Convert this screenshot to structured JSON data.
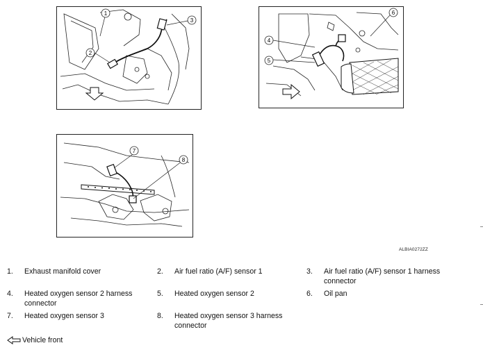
{
  "figure_code": "ALBIA0272ZZ",
  "callouts": [
    "1",
    "2",
    "3",
    "4",
    "5",
    "6",
    "7",
    "8"
  ],
  "legend": [
    {
      "num": "1.",
      "text": "Exhaust manifold cover"
    },
    {
      "num": "2.",
      "text": "Air fuel ratio (A/F) sensor 1"
    },
    {
      "num": "3.",
      "text": "Air fuel ratio (A/F) sensor 1 harness connector"
    },
    {
      "num": "4.",
      "text": "Heated oxygen sensor 2 harness connector"
    },
    {
      "num": "5.",
      "text": "Heated oxygen sensor 2"
    },
    {
      "num": "6.",
      "text": "Oil pan"
    },
    {
      "num": "7.",
      "text": "Heated oxygen sensor 3"
    },
    {
      "num": "8.",
      "text": "Heated oxygen sensor 3 harness connector"
    }
  ],
  "vehicle_front_label": "Vehicle front",
  "icons": {
    "front_arrow": "hollow-arrow-icon",
    "legend_arrow": "hollow-left-arrow-icon"
  },
  "colors": {
    "line": "#222222",
    "background": "#ffffff"
  }
}
